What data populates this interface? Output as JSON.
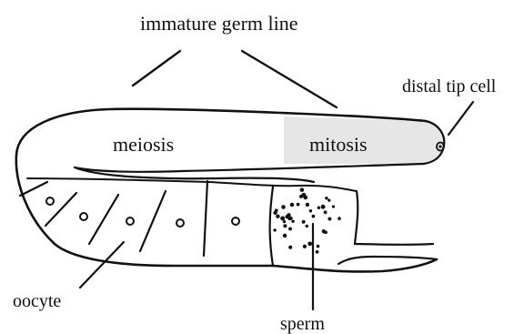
{
  "diagram": {
    "labels": {
      "immature_germ_line": "immature germ line",
      "distal_tip_cell": "distal tip cell",
      "meiosis": "meiosis",
      "mitosis": "mitosis",
      "oocyte": "oocyte",
      "sperm": "sperm"
    },
    "colors": {
      "ink": "#111111",
      "mitosis_region": "#e6e6e6",
      "background": "#ffffff"
    }
  }
}
